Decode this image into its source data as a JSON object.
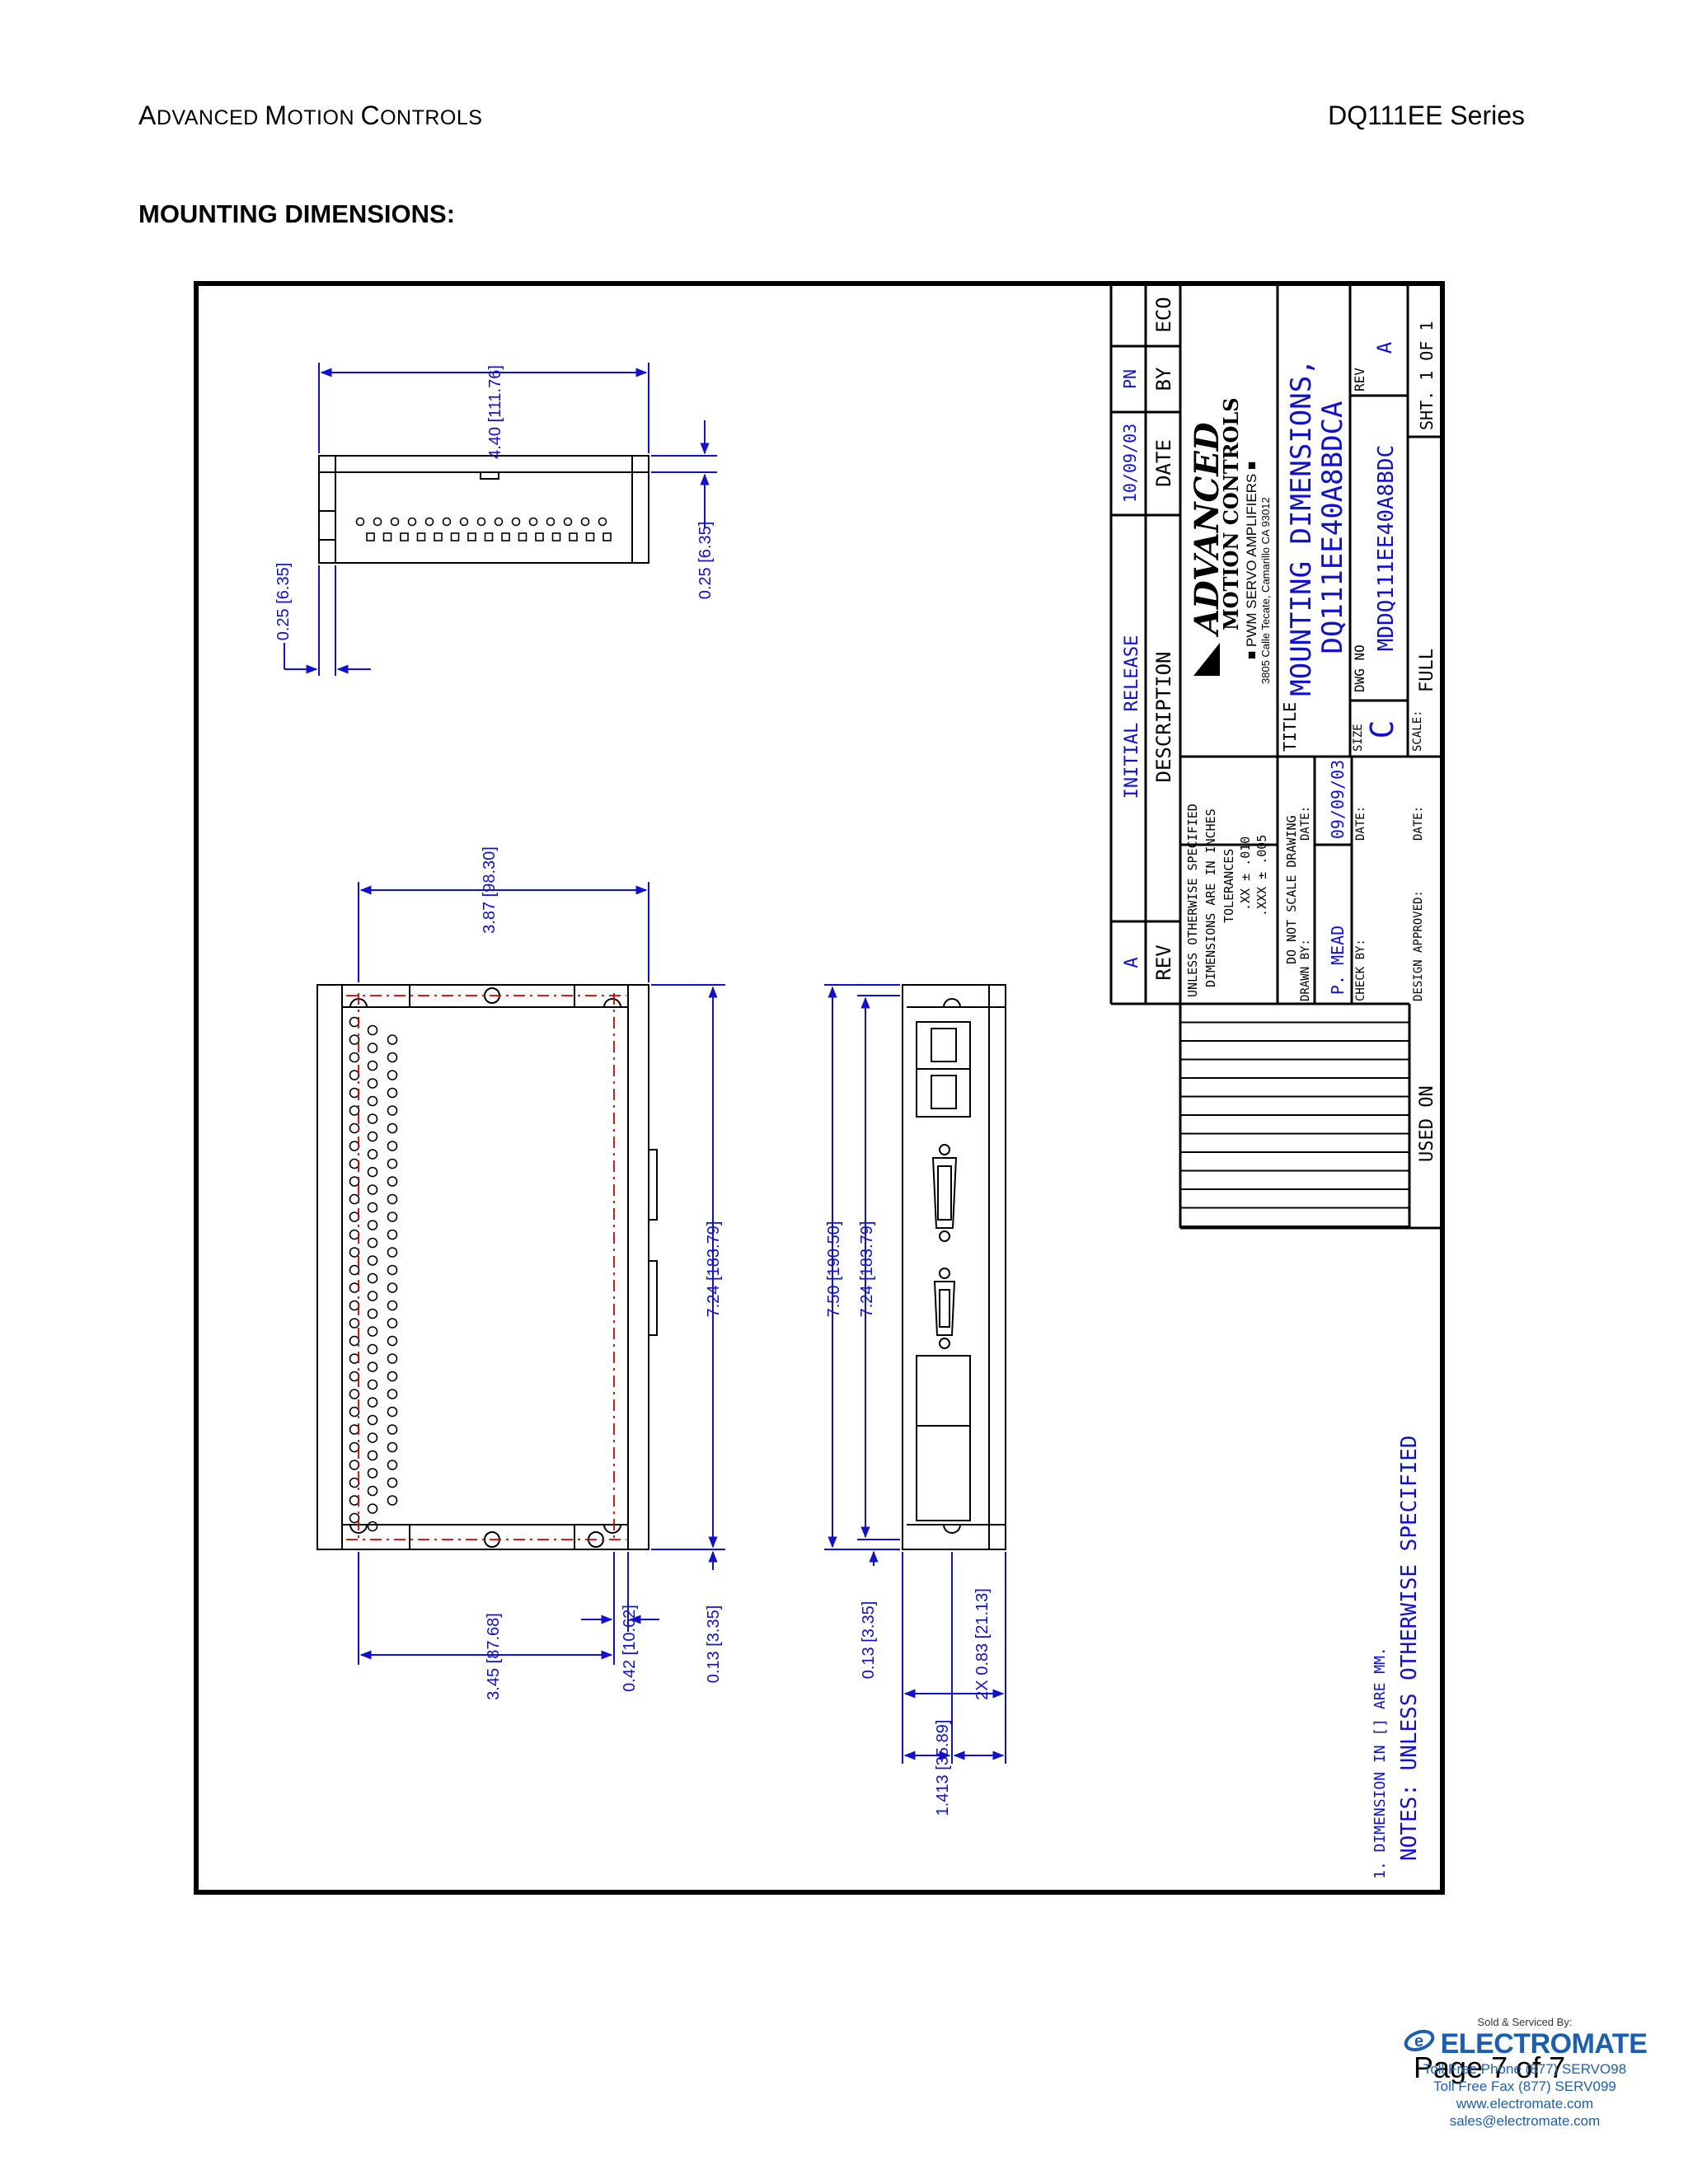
{
  "header": {
    "company_first": "A",
    "company_rest1": "DVANCED ",
    "company_m": "M",
    "company_rest2": "OTION ",
    "company_c": "C",
    "company_rest3": "ONTROLS",
    "series": "DQ111EE Series"
  },
  "section_title": "MOUNTING DIMENSIONS:",
  "drawing": {
    "dims": {
      "top_width": "4.40 [111.76]",
      "top_depth_left": "0.25 [6.35]",
      "top_depth_right": "0.25 [6.35]",
      "side_387": "3.87 [98.30]",
      "side_724": "7.24 [183.79]",
      "side_345": "3.45 [87.68]",
      "side_042": "0.42 [10.62]",
      "side_013": "0.13 [3.35]",
      "front_750": "7.50 [190.50]",
      "front_724": "7.24 [183.79]",
      "front_013": "0.13 [3.35]",
      "front_083": "2X 0.83 [21.13]",
      "front_1413": "1.413 [35.89]"
    },
    "notes": {
      "note1": "1. DIMENSION IN [] ARE MM.",
      "note_main": "NOTES: UNLESS OTHERWISE SPECIFIED"
    },
    "revision": {
      "rev": "A",
      "description": "INITIAL RELEASE",
      "date": "10/09/03",
      "by": "PN",
      "h_rev": "REV",
      "h_description": "DESCRIPTION",
      "h_date": "DATE",
      "h_by": "BY",
      "h_eco": "ECO"
    },
    "tolerances": {
      "line1": "UNLESS OTHERWISE SPECIFIED",
      "line2": "DIMENSIONS ARE IN INCHES",
      "line3": "TOLERANCES",
      "line4": ".XX ± .010",
      "line5": ".XXX ± .005",
      "line6": "DO NOT SCALE DRAWING"
    },
    "approvals": {
      "drawn_by_label": "DRAWN BY:",
      "drawn_by": "P. MEAD",
      "date_label": "DATE:",
      "drawn_date": "09/09/03",
      "check_by_label": "CHECK BY:",
      "design_approved_label": "DESIGN APPROVED:"
    },
    "logo": {
      "name": "ADVANCED",
      "sub": "MOTION CONTROLS",
      "tagline": "■ PWM SERVO AMPLIFIERS ■",
      "address": "3805 Calle Tecate, Camarillo CA 93012"
    },
    "title_block": {
      "title_label": "TITLE",
      "title_line1": "MOUNTING DIMENSIONS,",
      "title_line2": "DQ111EE40A8BDCA",
      "size_label": "SIZE",
      "size": "C",
      "dwg_label": "DWG NO",
      "dwg_no": "MDDQ111EE40A8BDC",
      "rev_label": "REV",
      "rev": "A",
      "scale_label": "SCALE:",
      "scale": "FULL",
      "sheet": "SHT. 1 OF 1",
      "used_on": "USED ON"
    }
  },
  "page_number": "Page 7 of 7",
  "stamp": {
    "sold_by": "Sold & Serviced By:",
    "brand": "ELECTROMATE",
    "phone": "Toll Free Phone (877) SERVO98",
    "fax": "Toll Free Fax  (877) SERV099",
    "web": "www.electromate.com",
    "email": "sales@electromate.com"
  },
  "colors": {
    "dim_blue": "#1010d0",
    "center_red": "#cc0000",
    "stamp_blue": "#1a5fb4"
  }
}
